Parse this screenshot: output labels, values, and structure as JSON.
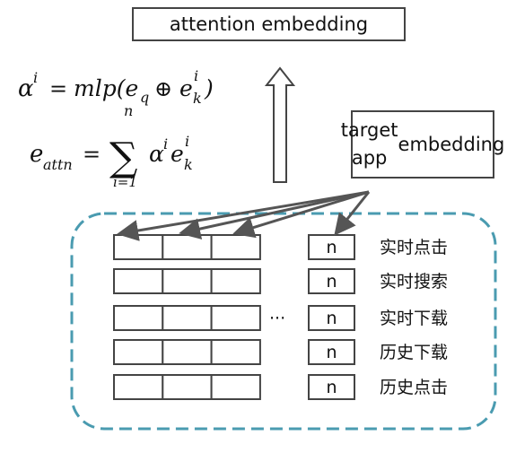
{
  "attention_box": {
    "label": "attention embedding"
  },
  "target_box": {
    "line1": "target app",
    "line2": "embedding"
  },
  "formulas": {
    "alpha": {
      "lhs": "α",
      "lhs_sup": "i",
      "eq": "=",
      "fn": "mlp(e",
      "q_sub": "q",
      "oplus": "⊕",
      "e": "e",
      "k_sub": "k",
      "i_sup": "i",
      "close": ")"
    },
    "attn": {
      "lhs": "e",
      "lhs_sub": "attn",
      "eq": "=",
      "sum": "∑",
      "upper": "n",
      "lower": "i=1",
      "alpha": "α",
      "alpha_sup": "i",
      "e": "e",
      "k_sub": "k",
      "i_sup": "i"
    }
  },
  "rows": [
    {
      "label": "实时点击",
      "count": "n"
    },
    {
      "label": "实时搜索",
      "count": "n"
    },
    {
      "label": "实时下载",
      "count": "n"
    },
    {
      "label": "历史下载",
      "count": "n"
    },
    {
      "label": "历史点击",
      "count": "n"
    }
  ],
  "ellipsis": "···",
  "colors": {
    "dashed_border": "#4a9bb0",
    "stroke": "#444444",
    "arrow": "#555555"
  }
}
